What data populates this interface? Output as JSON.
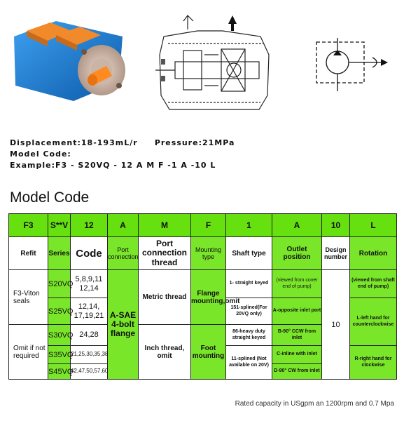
{
  "specs": {
    "line1_label": "Displacement:18-193mL/r",
    "line1_value": "Pressure:21MPa",
    "line2": "Model Code:",
    "line3": "Example:F3 - S20VQ - 12 A M F -1 A -10 L"
  },
  "section_title": "Model Code",
  "table": {
    "top_codes": [
      "F3",
      "S**V",
      "12",
      "A",
      "M",
      "F",
      "1",
      "A",
      "10",
      "L"
    ],
    "headers": [
      "Refit",
      "Series",
      "Code",
      "Port connection",
      "Port connection thread",
      "Mounting type",
      "Shaft type",
      "Outlet position",
      "Design number",
      "Rotation"
    ],
    "refit": [
      "F3-Viton seals",
      "Omit if not required"
    ],
    "series": [
      "S20VQ",
      "S25VQ",
      "S30VQ",
      "S35VQ",
      "S45VQ"
    ],
    "codes": [
      "5,8,9,11 12,14",
      "12,14, 17,19,21",
      "24,28",
      "21,25,30,35,38",
      "42,47,50,57,60"
    ],
    "port_connection": "A-SAE 4-bolt flange",
    "thread": [
      "Metric thread",
      "Inch thread, omit"
    ],
    "mounting": [
      "Flange mounting,omit",
      "Foot mounting"
    ],
    "shaft": [
      "1- straight keyed",
      "151-splined(For 20VQ only)",
      "86-heavy duty straight keyed",
      "11-splined (Not available on 20V)"
    ],
    "outlet": [
      "(viewed from cover end of pump)",
      "A-opposite inlet port",
      "B-90° CCW from inlet",
      "C-inline with inlet",
      "D-90° CW from inlet"
    ],
    "design_number": "10",
    "rotation": [
      "(viewed from shaft end of pump)",
      "L-left hand for counterclockwise",
      "R-right hand for clockwise"
    ]
  },
  "footer": "Rated capacity in USgpm an 1200rpm and 0.7 Mpa",
  "colors": {
    "green": "#7ae62a",
    "pump_body": "#1f7fd0",
    "pump_cap": "#f08a2a"
  }
}
